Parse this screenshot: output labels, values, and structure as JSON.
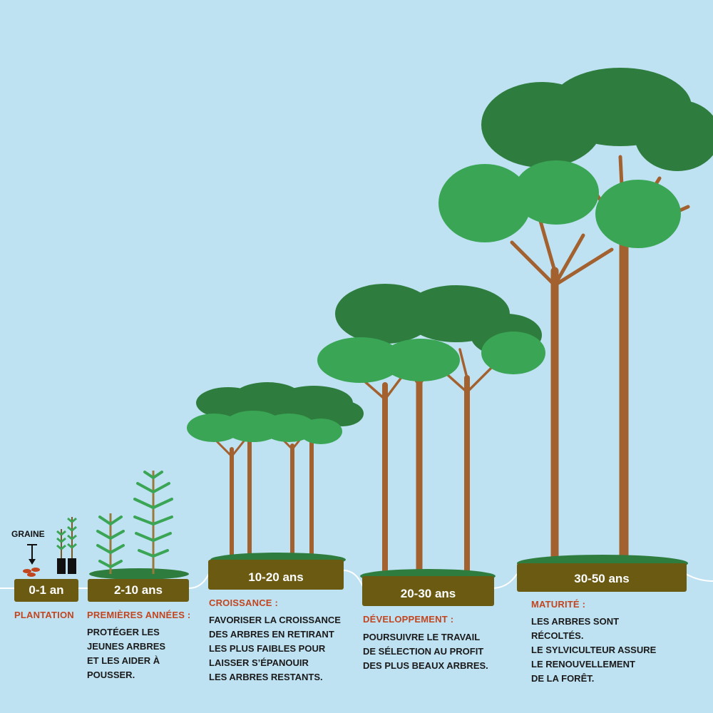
{
  "seed_label": "GRAINE",
  "stages": [
    {
      "age": "0-1 an",
      "title": "PLANTATION",
      "description": ""
    },
    {
      "age": "2-10 ans",
      "title": "PREMIÈRES ANNÉES :",
      "description": "PROTÉGER LES\nJEUNES ARBRES\nET LES AIDER À\nPOUSSER."
    },
    {
      "age": "10-20 ans",
      "title": "CROISSANCE :",
      "description": "FAVORISER LA CROISSANCE\nDES ARBRES EN RETIRANT\nLES PLUS FAIBLES POUR\nLAISSER S’ÉPANOUIR\nLES ARBRES RESTANTS."
    },
    {
      "age": "20-30 ans",
      "title": "DÉVELOPPEMENT :",
      "description": "POURSUIVRE LE TRAVAIL\nDE SÉLECTION AU PROFIT\nDES PLUS BEAUX ARBRES."
    },
    {
      "age": "30-50 ans",
      "title": "MATURITÉ :",
      "description": "LES ARBRES SONT\nRÉCOLTÉS.\nLE SYLVICULTEUR ASSURE\nLE RENOUVELLEMENT\nDE LA FORÊT."
    }
  ],
  "colors": {
    "sky": "#bfe2f3",
    "ground": "#6b5a12",
    "trunk": "#a2612e",
    "canopy_dark": "#2e7d3e",
    "canopy_light": "#3aa655",
    "title": "#c1451f"
  }
}
